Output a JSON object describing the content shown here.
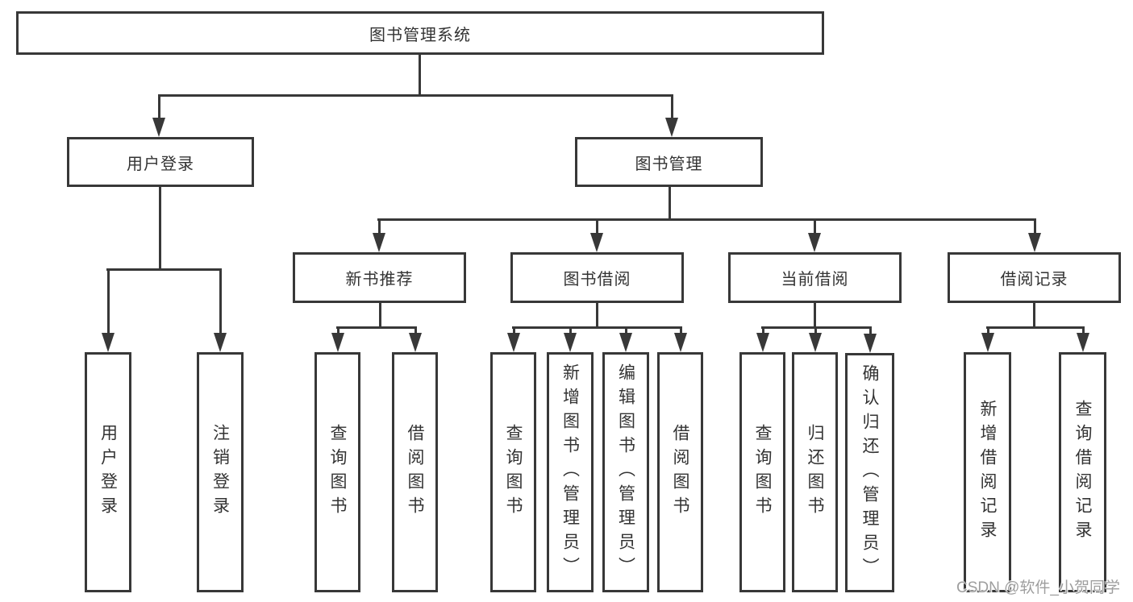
{
  "tree": {
    "label": "图书管理系统",
    "children": [
      {
        "label": "用户登录",
        "children": [
          {
            "label": "用户登录"
          },
          {
            "label": "注销登录"
          }
        ]
      },
      {
        "label": "图书管理",
        "children": [
          {
            "label": "新书推荐",
            "children": [
              {
                "label": "查询图书"
              },
              {
                "label": "借阅图书"
              }
            ]
          },
          {
            "label": "图书借阅",
            "children": [
              {
                "label": "查询图书"
              },
              {
                "label": "新增图书（管理员）"
              },
              {
                "label": "编辑图书（管理员）"
              },
              {
                "label": "借阅图书"
              }
            ]
          },
          {
            "label": "当前借阅",
            "children": [
              {
                "label": "查询图书"
              },
              {
                "label": "归还图书"
              },
              {
                "label": "确认归还（管理员）"
              }
            ]
          },
          {
            "label": "借阅记录",
            "children": [
              {
                "label": "新增借阅记录"
              },
              {
                "label": "查询借阅记录"
              }
            ]
          }
        ]
      }
    ]
  },
  "watermark": "CSDN @软件_小贺同学",
  "colors": {
    "line": "#383838",
    "text": "#333333",
    "watermark_text": "#9e9e9e",
    "background": "#ffffff"
  }
}
